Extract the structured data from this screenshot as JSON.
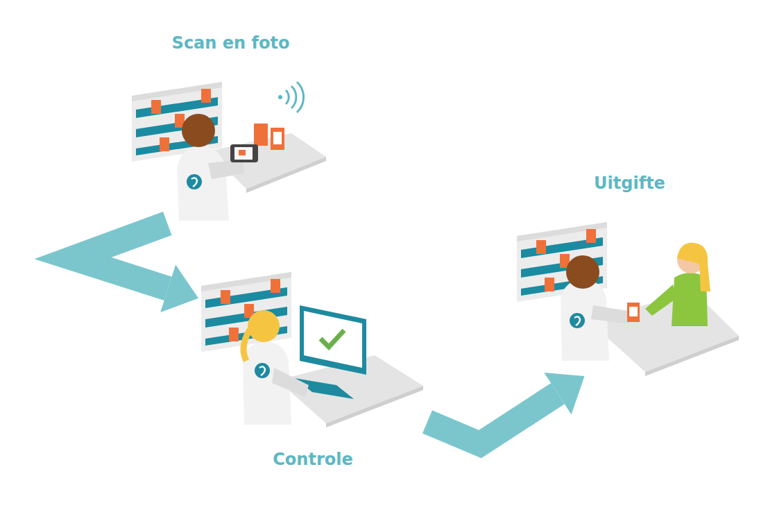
{
  "diagram": {
    "nodes": [
      {
        "text": [
          "Scan en foto"
        ]
      },
      {
        "text": [
          "Controle"
        ]
      },
      {
        "text": [
          "Uitgifte"
        ]
      }
    ],
    "edges": [
      {
        "from": 0,
        "to": 1,
        "arrow": "to"
      },
      {
        "from": 1,
        "to": 2,
        "arrow": "to"
      }
    ]
  }
}
